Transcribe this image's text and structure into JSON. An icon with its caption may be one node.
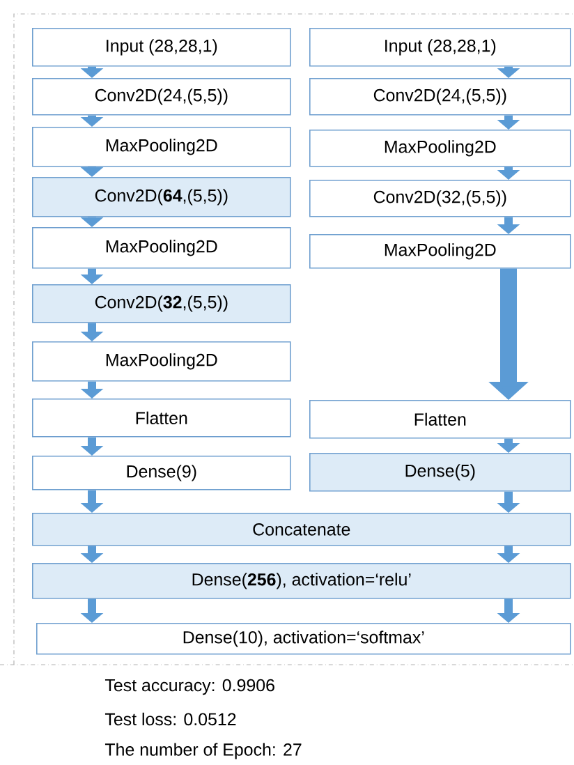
{
  "diagram": {
    "nodes": [
      {
        "text": [
          "Input (28,28,1)"
        ]
      },
      {
        "text": [
          "Conv2D(24,(5,5))"
        ]
      },
      {
        "text": [
          "MaxPooling2D"
        ]
      },
      {
        "text": [
          "Conv2D(**64**,(5,5))"
        ]
      },
      {
        "text": [
          "MaxPooling2D"
        ]
      },
      {
        "text": [
          "Conv2D(**32**,(5,5))"
        ]
      },
      {
        "text": [
          "MaxPooling2D"
        ]
      },
      {
        "text": [
          "Flatten"
        ]
      },
      {
        "text": [
          "Dense(9)"
        ]
      },
      {
        "text": [
          "Input (28,28,1)"
        ]
      },
      {
        "text": [
          "Conv2D(24,(5,5))"
        ]
      },
      {
        "text": [
          "MaxPooling2D"
        ]
      },
      {
        "text": [
          "Conv2D(32,(5,5))"
        ]
      },
      {
        "text": [
          "MaxPooling2D"
        ]
      },
      {
        "text": [
          "Flatten"
        ]
      },
      {
        "text": [
          "Dense(5)"
        ]
      },
      {
        "text": [
          "Concatenate"
        ]
      },
      {
        "text": [
          "Dense(**256**), activation=‘relu’"
        ]
      },
      {
        "text": [
          "Dense(10), activation=‘softmax’"
        ]
      }
    ],
    "edges": [
      {
        "from": 0,
        "to": 1,
        "arrow": "to"
      },
      {
        "from": 1,
        "to": 2,
        "arrow": "to"
      },
      {
        "from": 2,
        "to": 3,
        "arrow": "to"
      },
      {
        "from": 3,
        "to": 4,
        "arrow": "to"
      },
      {
        "from": 4,
        "to": 5,
        "arrow": "to"
      },
      {
        "from": 5,
        "to": 6,
        "arrow": "to"
      },
      {
        "from": 6,
        "to": 7,
        "arrow": "to"
      },
      {
        "from": 7,
        "to": 8,
        "arrow": "to"
      },
      {
        "from": 9,
        "to": 10,
        "arrow": "to"
      },
      {
        "from": 10,
        "to": 11,
        "arrow": "to"
      },
      {
        "from": 11,
        "to": 12,
        "arrow": "to"
      },
      {
        "from": 12,
        "to": 13,
        "arrow": "to"
      },
      {
        "from": 13,
        "to": 14,
        "arrow": "to",
        "style": "thick"
      },
      {
        "from": 14,
        "to": 15,
        "arrow": "to"
      },
      {
        "from": 8,
        "to": 16,
        "arrow": "to"
      },
      {
        "from": 15,
        "to": 16,
        "arrow": "to"
      },
      {
        "from": 16,
        "to": 17,
        "arrow": "to"
      },
      {
        "from": 16,
        "to": 17,
        "arrow": "to"
      },
      {
        "from": 17,
        "to": 18,
        "arrow": "to"
      },
      {
        "from": 17,
        "to": 18,
        "arrow": "to"
      }
    ],
    "labels": [
      "Test accuracy: 0.9906",
      "Test loss: 0.0512",
      "The number of Epoch: 27"
    ]
  }
}
